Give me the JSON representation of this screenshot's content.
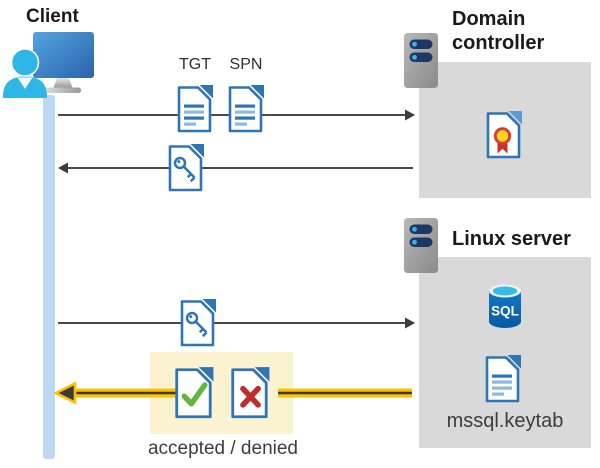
{
  "client": {
    "label": "Client"
  },
  "domain_controller": {
    "label": "Domain controller"
  },
  "linux_server": {
    "label": "Linux server",
    "sql_label": "SQL",
    "keytab_label": "mssql.keytab"
  },
  "flow": {
    "tgt_label": "TGT",
    "spn_label": "SPN",
    "result_label": "accepted / denied"
  },
  "icons": {
    "client": "person-at-monitor-icon",
    "domain_controller": "server-icon",
    "linux_server": "server-icon",
    "tgt": "document-icon",
    "spn": "document-icon",
    "ticket": "key-document-icon",
    "certificate": "certificate-document-icon",
    "sql": "sql-database-cylinder-icon",
    "accepted": "check-document-icon",
    "denied": "cross-document-icon"
  },
  "colors": {
    "doc_blue": "#2E75B6",
    "doc_light_blue": "#8FB8E2",
    "person_cyan": "#2EB7E6",
    "panel_gray": "#D9D9D9",
    "highlight_yellow": "#FBF3CF",
    "arrow_yellow": "#FFC000",
    "arrow_gray": "#4A4A4A",
    "check_green": "#62B53F",
    "cross_red": "#BE2E2E",
    "server_navy": "#1E3765",
    "lifeline_blue": "#BDD8F2",
    "sql_blue": "#0E66B0"
  }
}
